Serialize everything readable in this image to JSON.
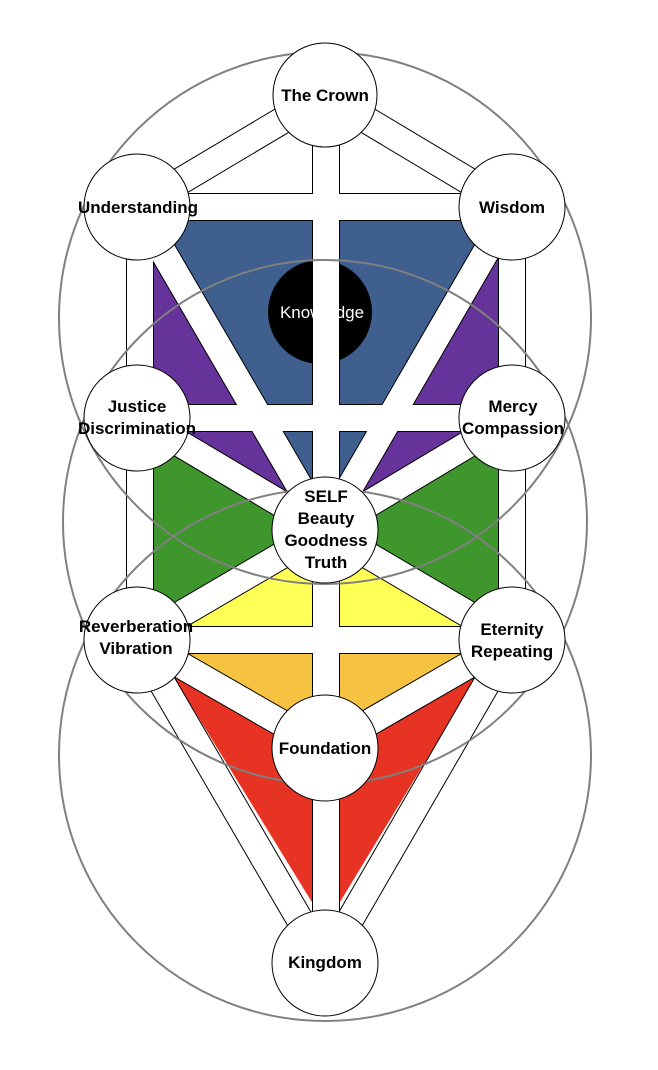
{
  "colors": {
    "blue": "#3f5f8f",
    "purple": "#66339a",
    "green": "#3f962d",
    "yellow": "#ffff55",
    "orange": "#f5c242",
    "red": "#e63323",
    "knowledge": "#000000",
    "outer_circles": "#808080"
  },
  "nodes": {
    "crown": [
      "The Crown"
    ],
    "understanding": [
      "Understanding"
    ],
    "wisdom": [
      "Wisdom"
    ],
    "knowledge": [
      "Knowledge"
    ],
    "justice": [
      "Justice",
      "Discrimination"
    ],
    "mercy": [
      "Mercy",
      "Compassion"
    ],
    "self": [
      "SELF",
      "Beauty",
      "Goodness",
      "Truth"
    ],
    "reverberation": [
      "Reverberation",
      "Vibration"
    ],
    "eternity": [
      "Eternity",
      "Repeating"
    ],
    "foundation": [
      "Foundation"
    ],
    "kingdom": [
      "Kingdom"
    ]
  }
}
